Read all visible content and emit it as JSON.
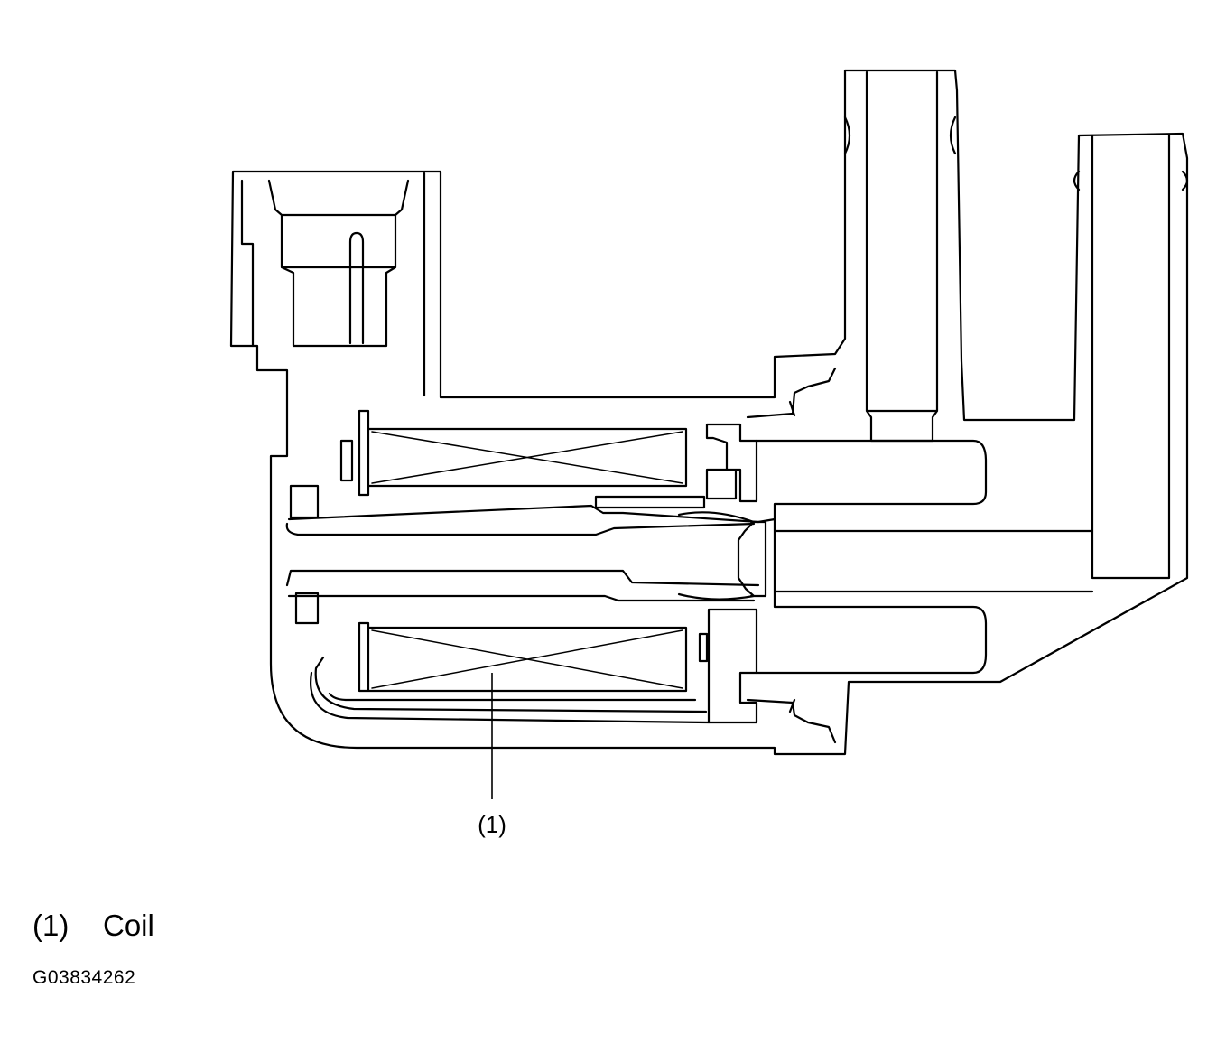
{
  "diagram": {
    "callouts": [
      {
        "id": "1",
        "text": "(1)",
        "name": "Coil"
      }
    ],
    "figure_id": "G03834262",
    "colors": {
      "stroke": "#000000",
      "background": "#ffffff"
    }
  }
}
